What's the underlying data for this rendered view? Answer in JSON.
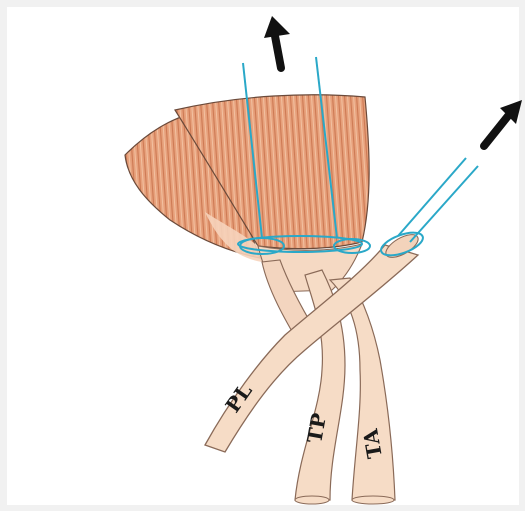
{
  "labels": {
    "pl": "PL",
    "tp": "TP",
    "ta": "TA"
  },
  "colors": {
    "background": "#f1f1f1",
    "panel": "#ffffff",
    "muscle": "#d98a62",
    "muscle_light": "#f2c9ac",
    "tendon": "#f6dcc6",
    "tendon_outline": "#8a6a58",
    "suture": "#2aa8c8",
    "arrow": "#111111"
  },
  "icons": {
    "traction_up": "arrow-up-icon",
    "traction_diagonal": "arrow-up-right-icon"
  }
}
